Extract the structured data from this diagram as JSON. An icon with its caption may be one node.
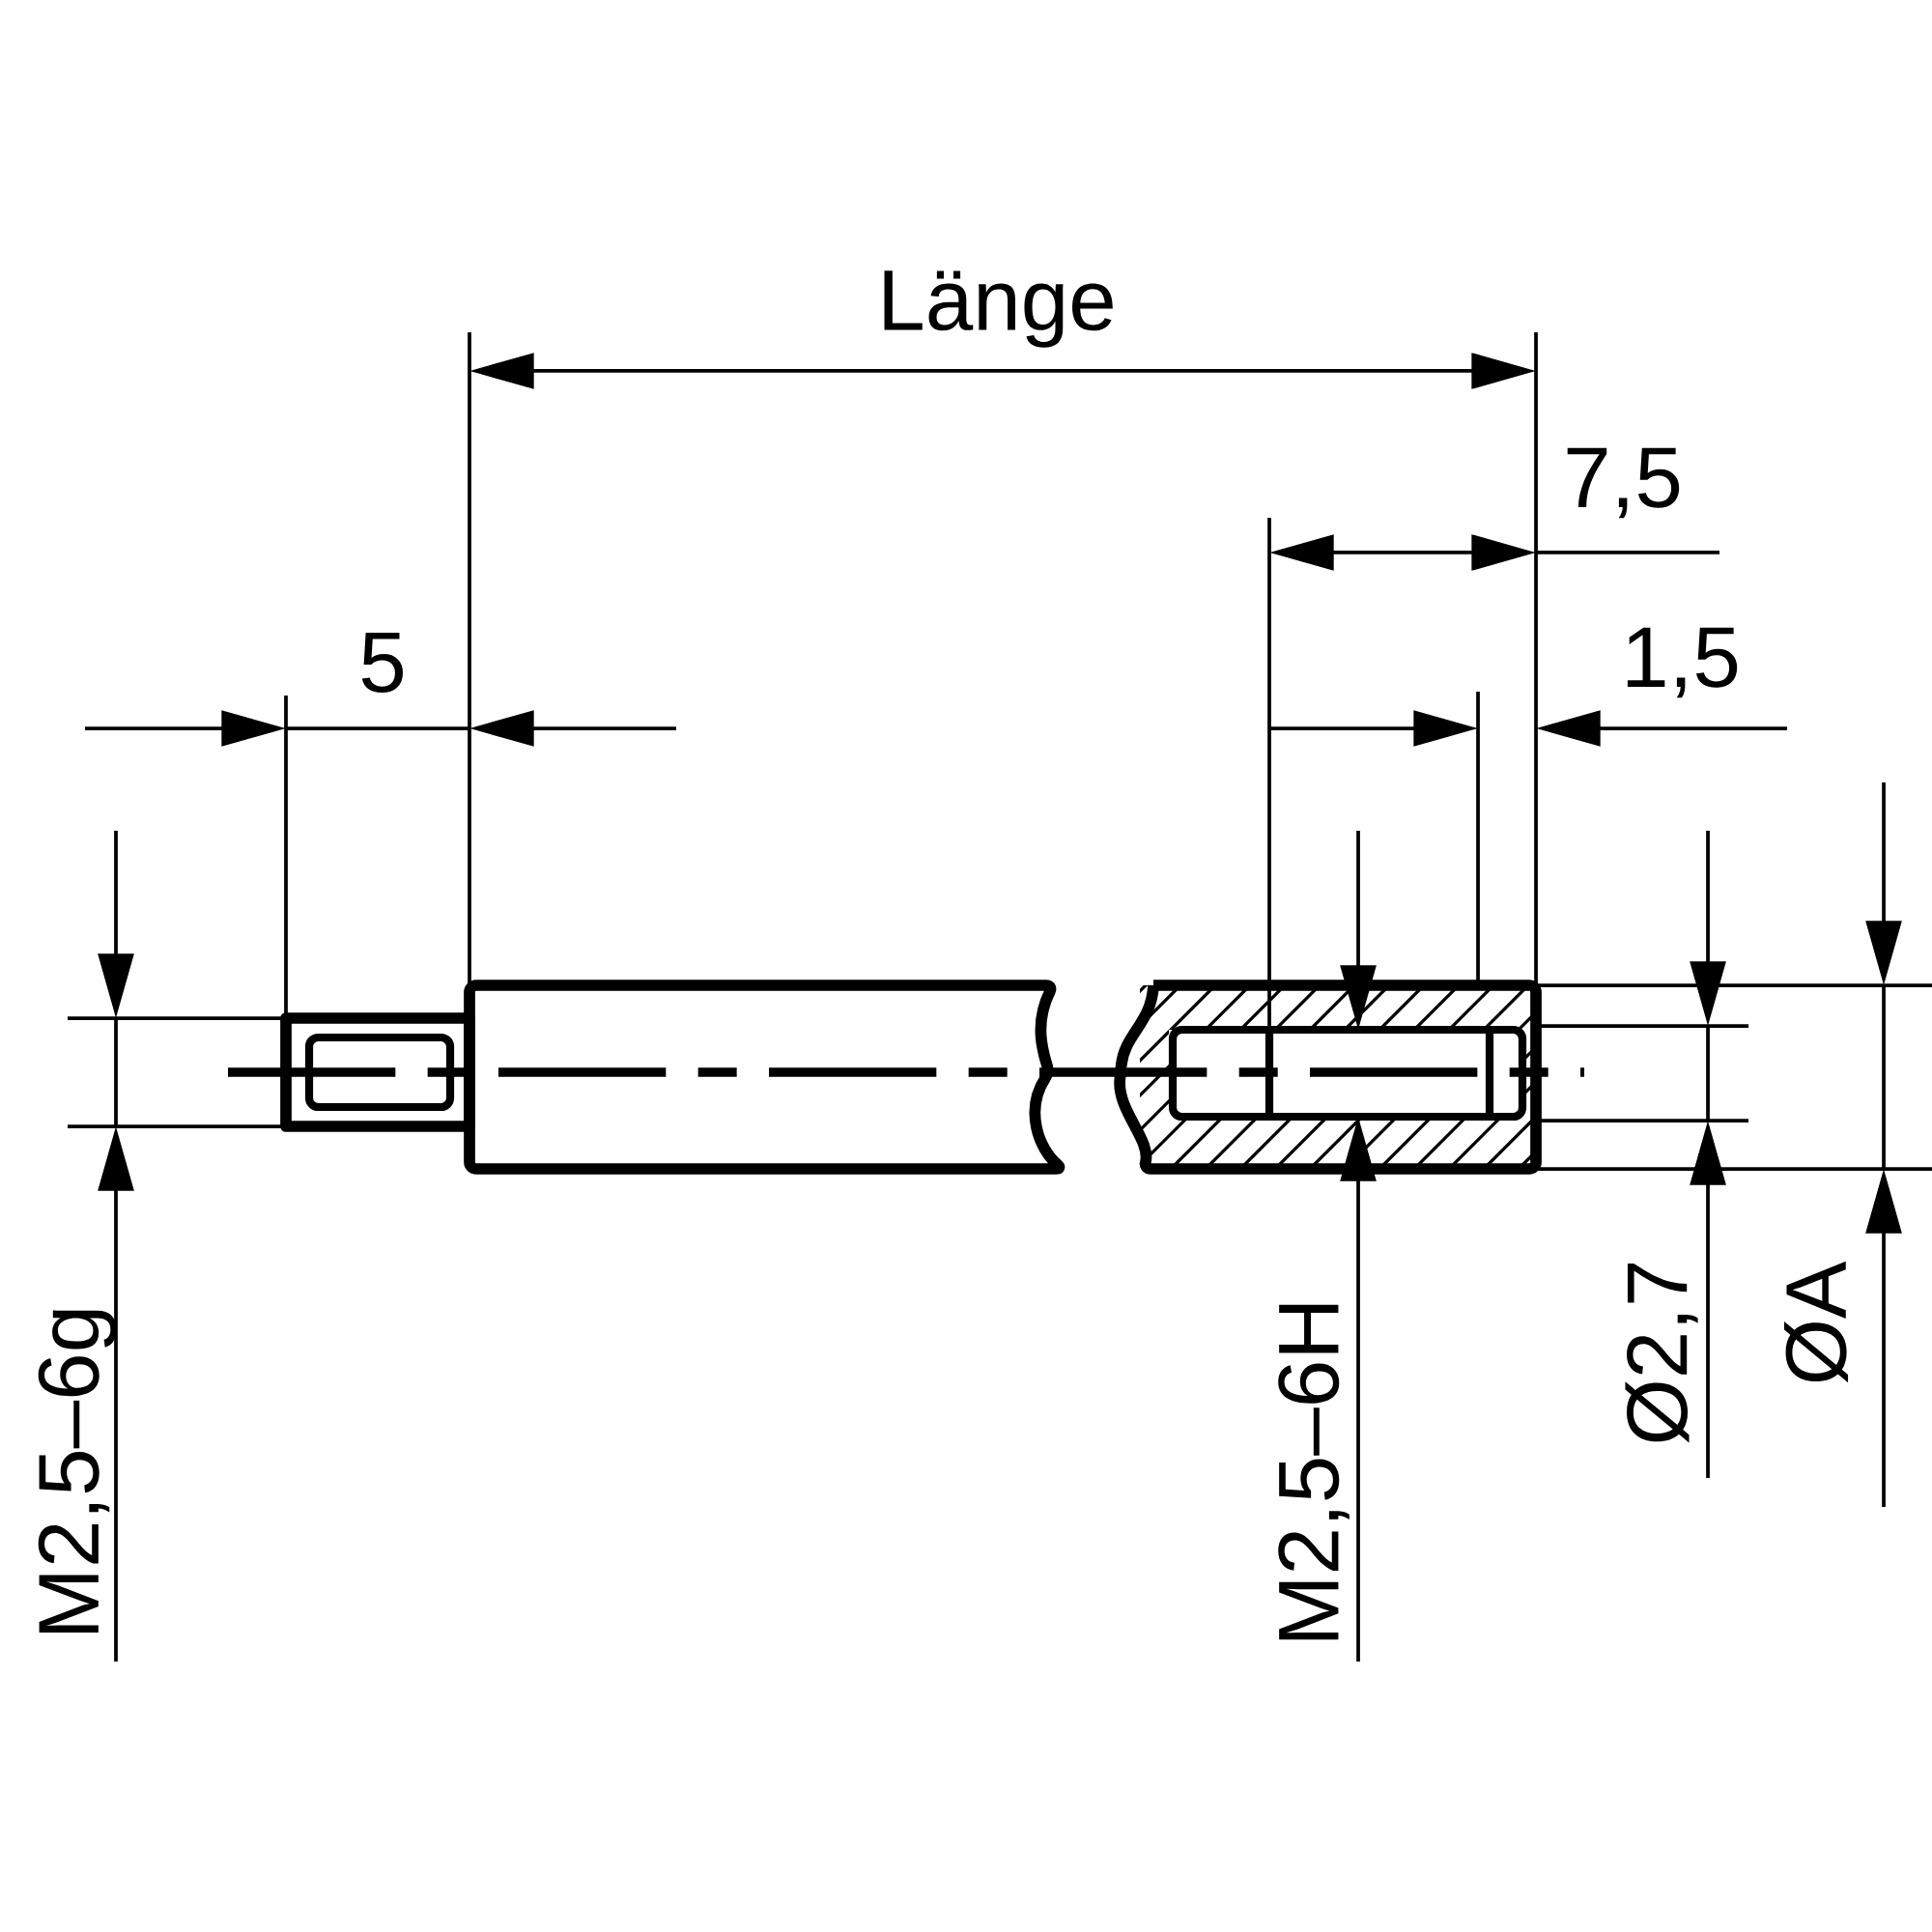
{
  "diagram": {
    "labels": [
      "Länge",
      "7,5",
      "5",
      "1,5",
      "M2,5–6g",
      "M2,5–6H",
      "Ø2,7",
      "ØA"
    ]
  }
}
